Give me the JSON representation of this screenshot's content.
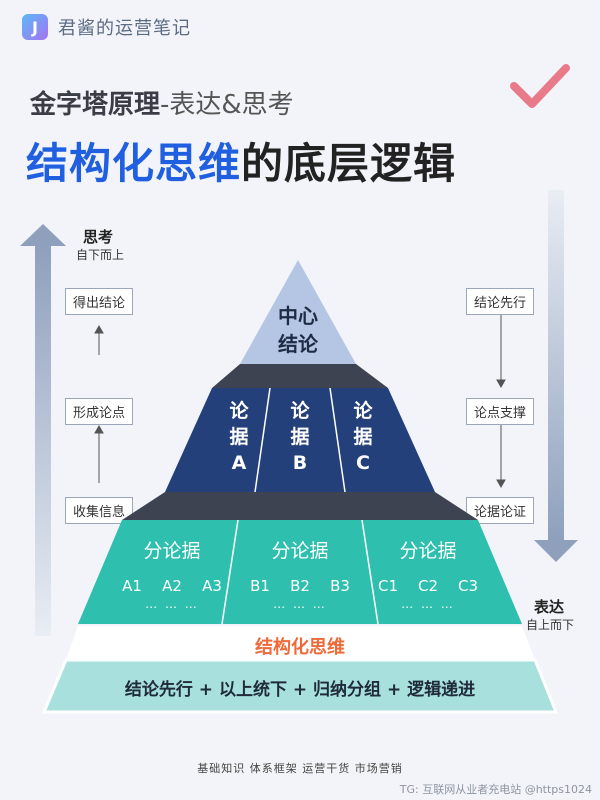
{
  "brand": {
    "logo_letter": "J",
    "name": "君酱的运营笔记"
  },
  "header": {
    "subtitle_bold": "金字塔原理",
    "subtitle_rest": "-表达&思考",
    "title_blue": "结构化思维",
    "title_rest": "的底层逻辑"
  },
  "left_side": {
    "caption_bold": "思考",
    "caption_small": "自下而上",
    "boxes": [
      "得出结论",
      "形成论点",
      "收集信息"
    ]
  },
  "right_side": {
    "caption_bold": "表达",
    "caption_small": "自上而下",
    "boxes": [
      "结论先行",
      "论点支撑",
      "论据论证"
    ]
  },
  "pyramid": {
    "top": [
      "中心",
      "结论"
    ],
    "middle": [
      {
        "line1": "论",
        "line2": "据",
        "line3": "A"
      },
      {
        "line1": "论",
        "line2": "据",
        "line3": "B"
      },
      {
        "line1": "论",
        "line2": "据",
        "line3": "C"
      }
    ],
    "bottom": [
      {
        "label": "分论据",
        "items": [
          "A1",
          "A2",
          "A3"
        ],
        "dots": "… … …"
      },
      {
        "label": "分论据",
        "items": [
          "B1",
          "B2",
          "B3"
        ],
        "dots": "… … …"
      },
      {
        "label": "分论据",
        "items": [
          "C1",
          "C2",
          "C3"
        ],
        "dots": "… … …"
      }
    ],
    "band_label": "结构化思维",
    "base_label": "结论先行 + 以上统下 + 归纳分组 + 逻辑递进"
  },
  "footer": "基础知识  体系框架  运营干货  市场营销",
  "watermark": "TG: 互联网从业者充电站 @https1024",
  "colors": {
    "accent_blue": "#1f5fe0",
    "top_tri": "#b4c6e3",
    "middle": "#23407a",
    "shadow": "#3d4350",
    "teal": "#2ebfae",
    "base": "#a8e0dd",
    "band_text": "#ee6a3a",
    "check": "#e87a8a"
  }
}
